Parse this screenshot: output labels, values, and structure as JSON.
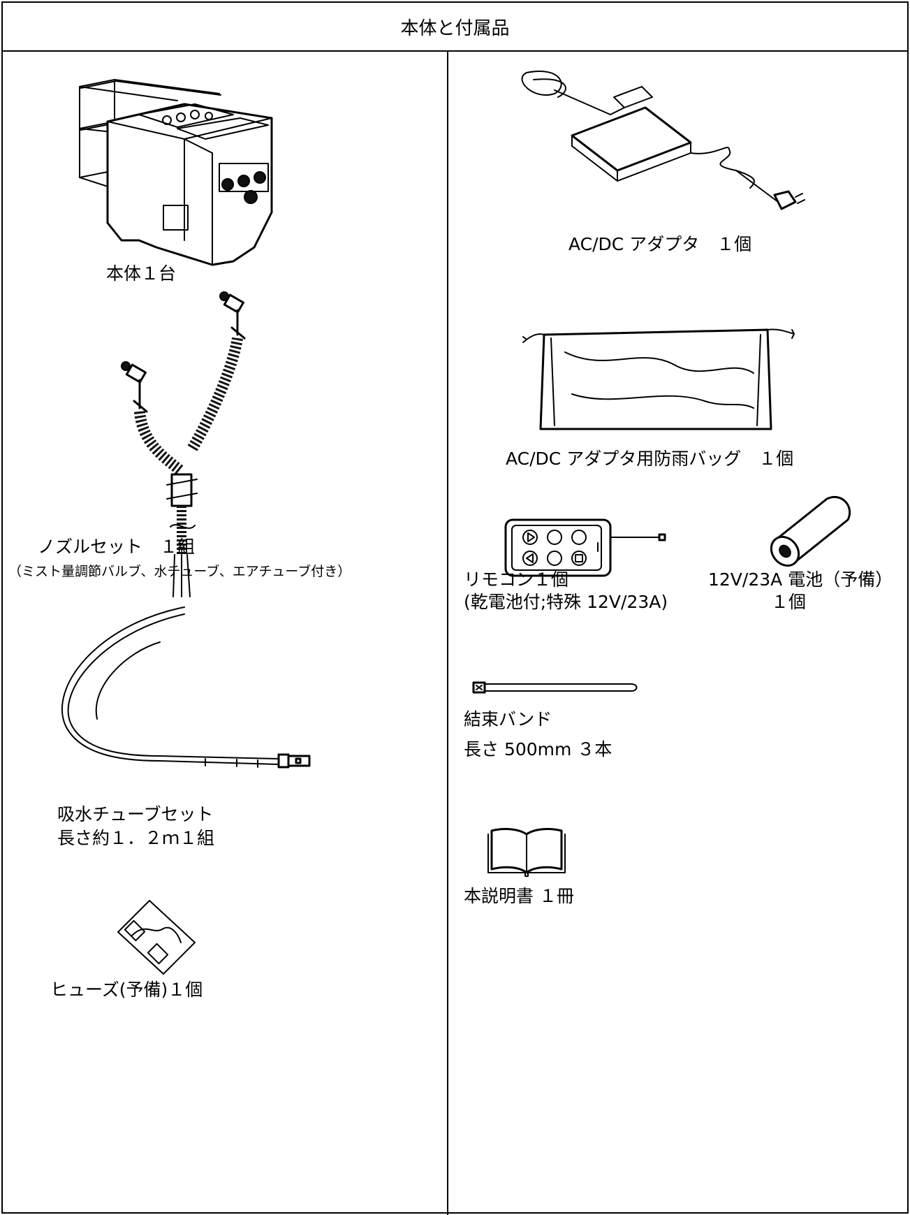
{
  "header": {
    "title": "本体と付属品"
  },
  "left": {
    "main_unit": "本体１台",
    "nozzle_set": {
      "title": "ノズルセット　１組",
      "note": "（ミスト量調節バルブ、水チューブ、エアチューブ付き）"
    },
    "suction_tube": {
      "line1": "吸水チューブセット",
      "line2": "長さ約１．２ｍ１組"
    },
    "fuse": "ヒューズ(予備)１個"
  },
  "right": {
    "adapter": "AC/DC アダプタ　１個",
    "rain_bag": "AC/DC アダプタ用防雨バッグ　１個",
    "remote": {
      "line1": "リモコン１個",
      "line2": "(乾電池付;特殊 12V/23A)"
    },
    "battery": {
      "line1": "12V/23A 電池（予備）",
      "line2": "１個"
    },
    "cable_tie": {
      "line1": "結束バンド",
      "line2": "長さ 500mm ３本"
    },
    "manual": "本説明書 １冊"
  }
}
